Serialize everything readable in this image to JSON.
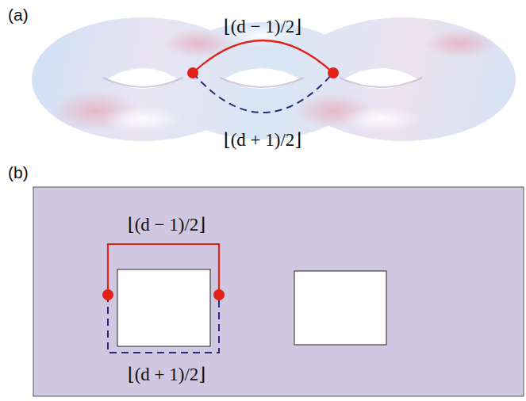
{
  "diagram": {
    "labels": [
      "(a)",
      "⌊(d − 1)/2⌋",
      "⌊(d + 1)/2⌋",
      "(b)",
      "⌊(d − 1)/2⌋",
      "⌊(d + 1)/2⌋"
    ]
  }
}
